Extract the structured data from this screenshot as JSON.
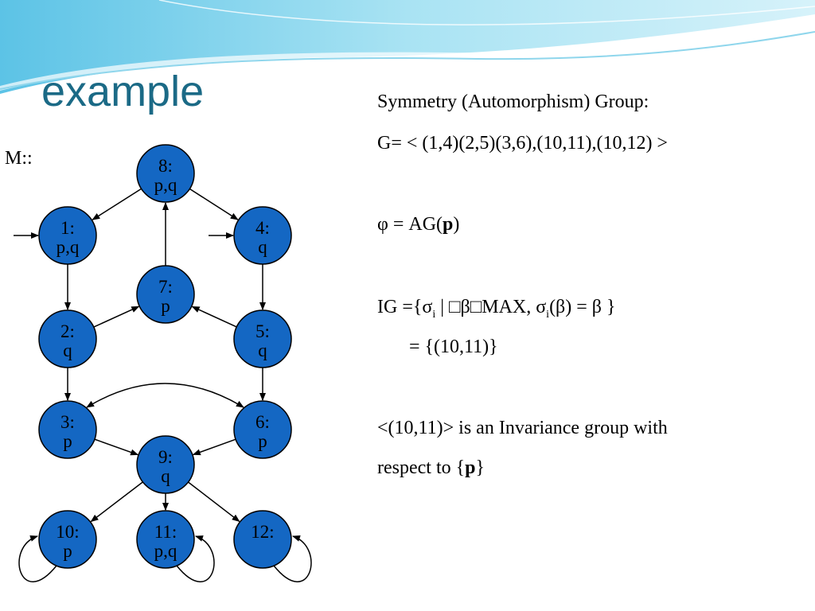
{
  "slide": {
    "title": "example",
    "model_label": "M::"
  },
  "colors": {
    "node_fill": "#1467c3",
    "node_stroke": "#000000",
    "title": "#1b6a86",
    "header_wave": "#7fd3ee"
  },
  "graph": {
    "nodes": [
      {
        "id": "8",
        "label_line1": "8:",
        "label_line2": "p,q"
      },
      {
        "id": "1",
        "label_line1": "1:",
        "label_line2": "p,q"
      },
      {
        "id": "4",
        "label_line1": "4:",
        "label_line2": "q"
      },
      {
        "id": "7",
        "label_line1": "7:",
        "label_line2": "p"
      },
      {
        "id": "2",
        "label_line1": "2:",
        "label_line2": "q"
      },
      {
        "id": "5",
        "label_line1": "5:",
        "label_line2": "q"
      },
      {
        "id": "3",
        "label_line1": "3:",
        "label_line2": "p"
      },
      {
        "id": "6",
        "label_line1": "6:",
        "label_line2": "p"
      },
      {
        "id": "9",
        "label_line1": "9:",
        "label_line2": "q"
      },
      {
        "id": "10",
        "label_line1": "10:",
        "label_line2": "p"
      },
      {
        "id": "11",
        "label_line1": "11:",
        "label_line2": "p,q"
      },
      {
        "id": "12",
        "label_line1": "12:",
        "label_line2": ""
      }
    ],
    "initial_states": [
      "1",
      "4"
    ],
    "edges": [
      {
        "from": "8",
        "to": "1"
      },
      {
        "from": "8",
        "to": "4"
      },
      {
        "from": "7",
        "to": "8"
      },
      {
        "from": "1",
        "to": "2"
      },
      {
        "from": "4",
        "to": "5"
      },
      {
        "from": "2",
        "to": "7"
      },
      {
        "from": "5",
        "to": "7"
      },
      {
        "from": "2",
        "to": "3"
      },
      {
        "from": "5",
        "to": "6"
      },
      {
        "from": "3",
        "to": "6"
      },
      {
        "from": "6",
        "to": "3"
      },
      {
        "from": "3",
        "to": "9"
      },
      {
        "from": "6",
        "to": "9"
      },
      {
        "from": "9",
        "to": "10"
      },
      {
        "from": "9",
        "to": "11"
      },
      {
        "from": "9",
        "to": "12"
      },
      {
        "from": "10",
        "to": "10"
      },
      {
        "from": "11",
        "to": "11"
      },
      {
        "from": "12",
        "to": "12"
      }
    ]
  },
  "text": {
    "sym_heading": "Symmetry (Automorphism) Group:",
    "generators": "G= < (1,4)(2,5)(3,6),(10,11),(10,12) >",
    "phi_prefix": "φ = AG(",
    "phi_bold": "p",
    "phi_suffix": ")",
    "ig_label": "IG  ={σ",
    "ig_sub1": "i",
    "ig_mid": " | □β□MAX, σ",
    "ig_sub2": "i",
    "ig_end": "(β) = β }",
    "ig_result": "= {(10,11)}",
    "invariance_line1": "<(10,11)> is an Invariance group with",
    "invariance_line2_prefix": "respect to {",
    "invariance_line2_bold": "p",
    "invariance_line2_suffix": "}"
  }
}
